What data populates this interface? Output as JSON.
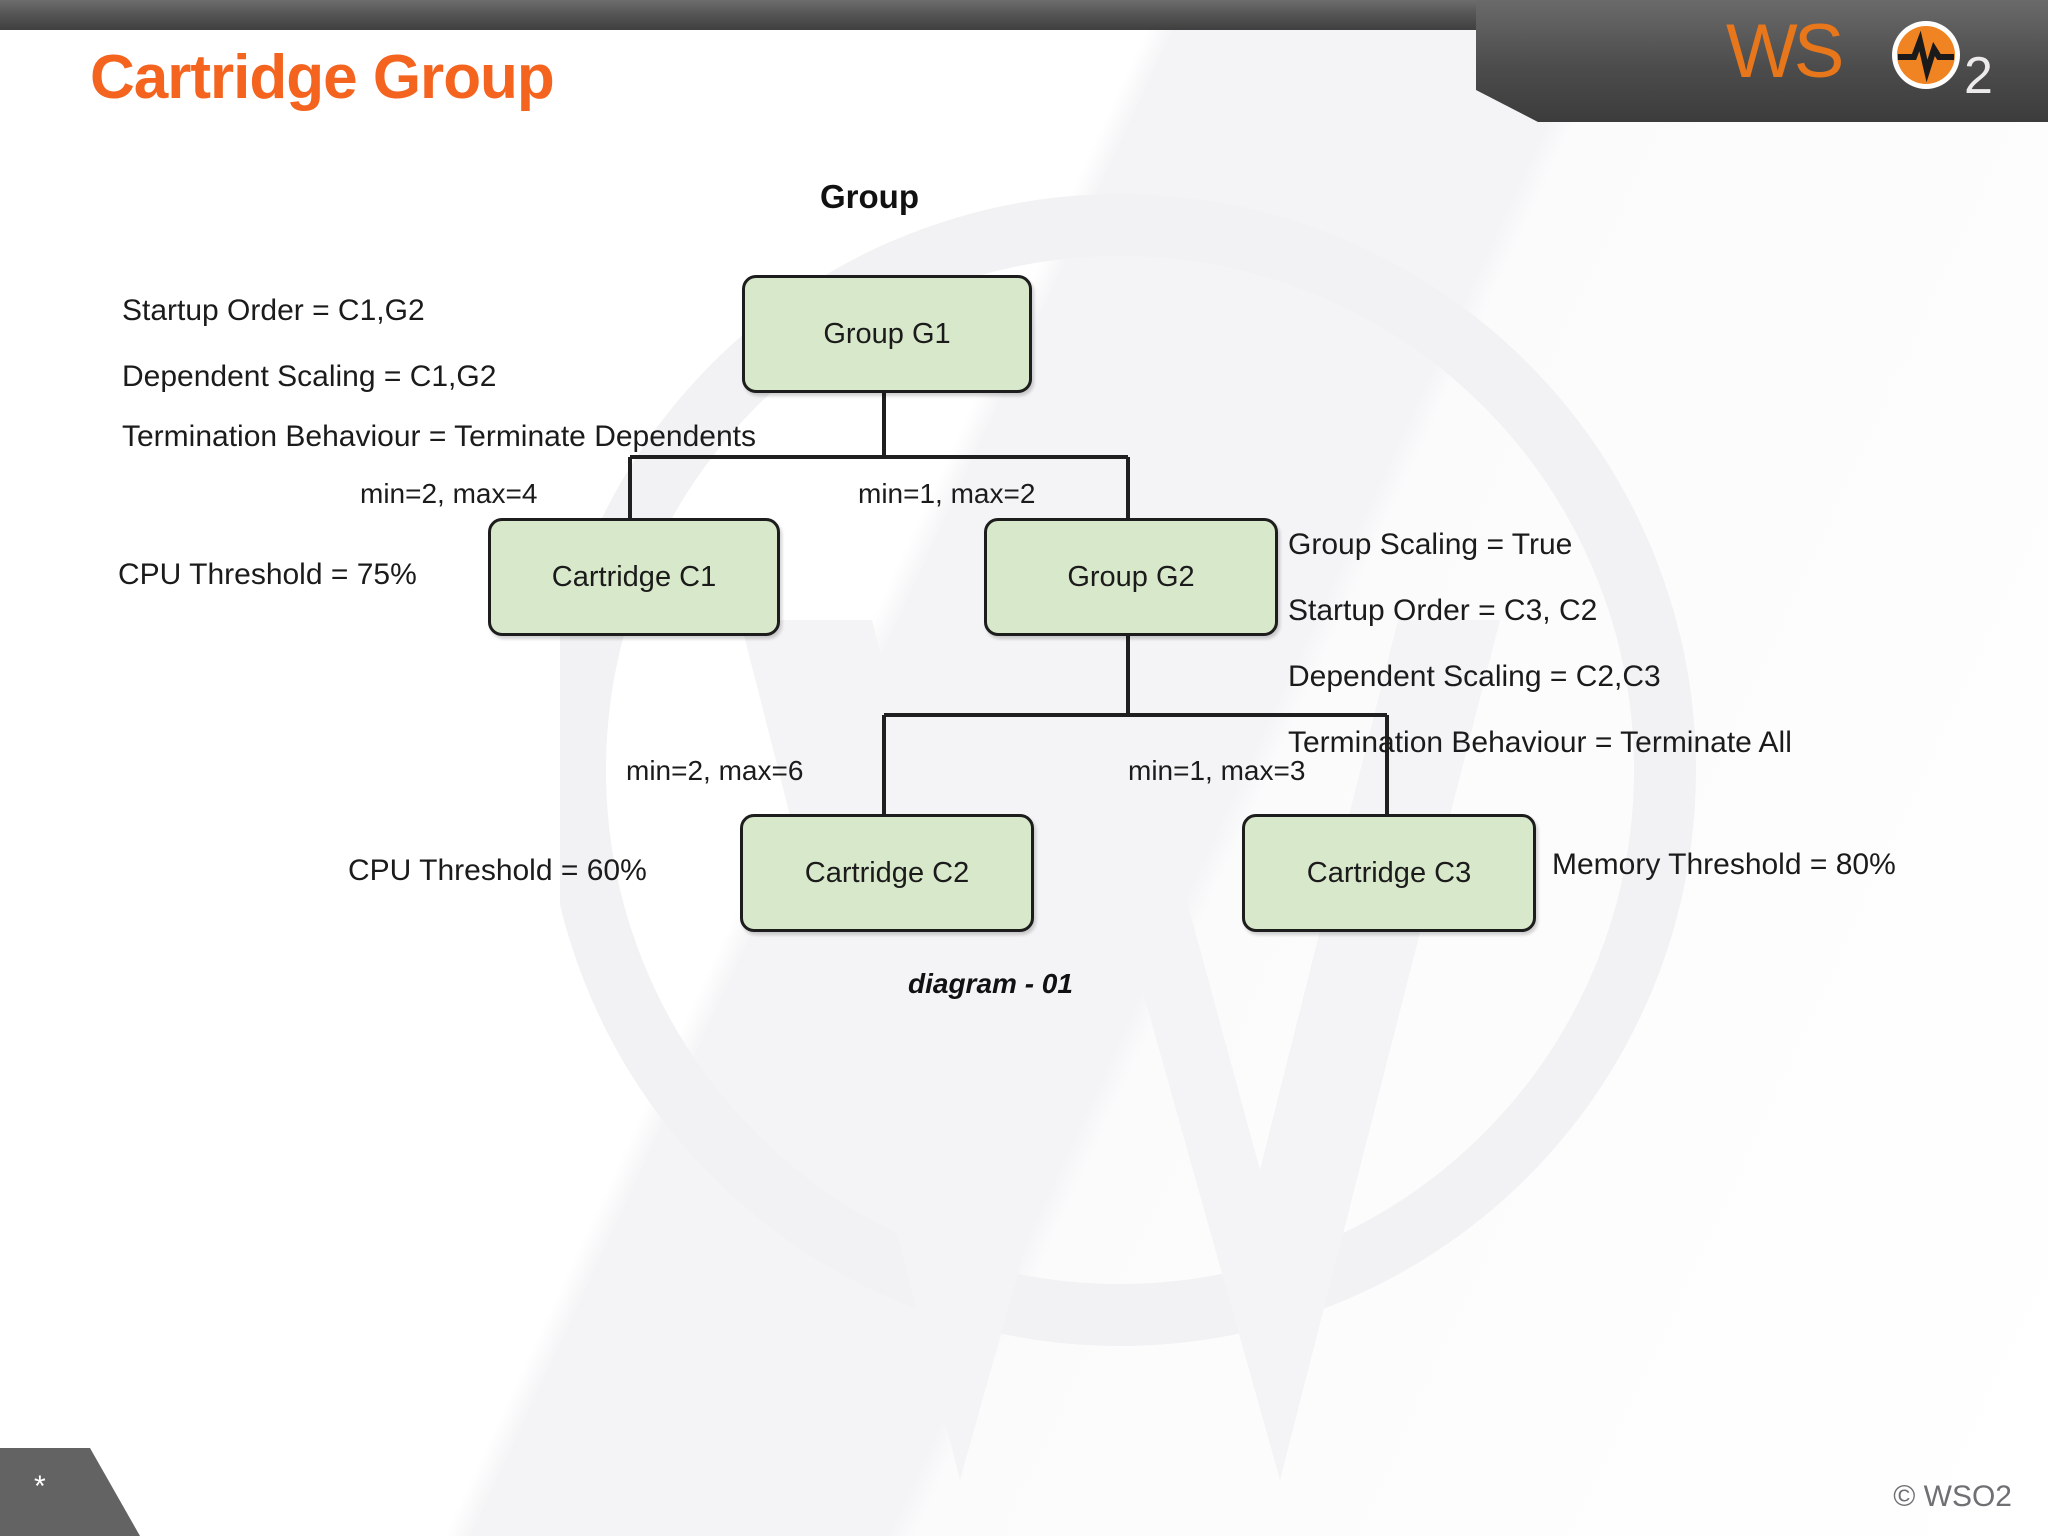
{
  "header": {
    "title": "Cartridge Group",
    "title_color": "#f4641e",
    "logo": {
      "name": "wso2-logo",
      "text_ws": "WS",
      "text_sub": "2",
      "mark": "pulse-circle-icon",
      "accent_color": "#e8761a"
    }
  },
  "footer": {
    "star": "*",
    "copyright": "© WSO2"
  },
  "diagram": {
    "heading": "Group",
    "caption": "diagram - 01",
    "node_fill": "#d8e8ca",
    "node_stroke": "#1d1d1d",
    "nodes": [
      {
        "id": "g1",
        "label": "Group G1"
      },
      {
        "id": "c1",
        "label": "Cartridge C1"
      },
      {
        "id": "g2",
        "label": "Group G2"
      },
      {
        "id": "c2",
        "label": "Cartridge C2"
      },
      {
        "id": "c3",
        "label": "Cartridge C3"
      }
    ],
    "g1_properties": [
      "Startup Order = C1,G2",
      "Dependent Scaling = C1,G2",
      "Termination Behaviour = Terminate Dependents"
    ],
    "g2_properties": [
      "Group Scaling = True",
      "Startup Order = C3, C2",
      "Dependent Scaling = C2,C3",
      "Termination Behaviour = Terminate All"
    ],
    "edge_labels": {
      "g1_to_c1": "min=2, max=4",
      "g1_to_g2": "min=1, max=2",
      "g2_to_c2": "min=2, max=6",
      "g2_to_c3": "min=1, max=3"
    },
    "node_annotations": {
      "c1": "CPU Threshold = 75%",
      "c2": "CPU Threshold = 60%",
      "c3": "Memory Threshold = 80%"
    }
  }
}
